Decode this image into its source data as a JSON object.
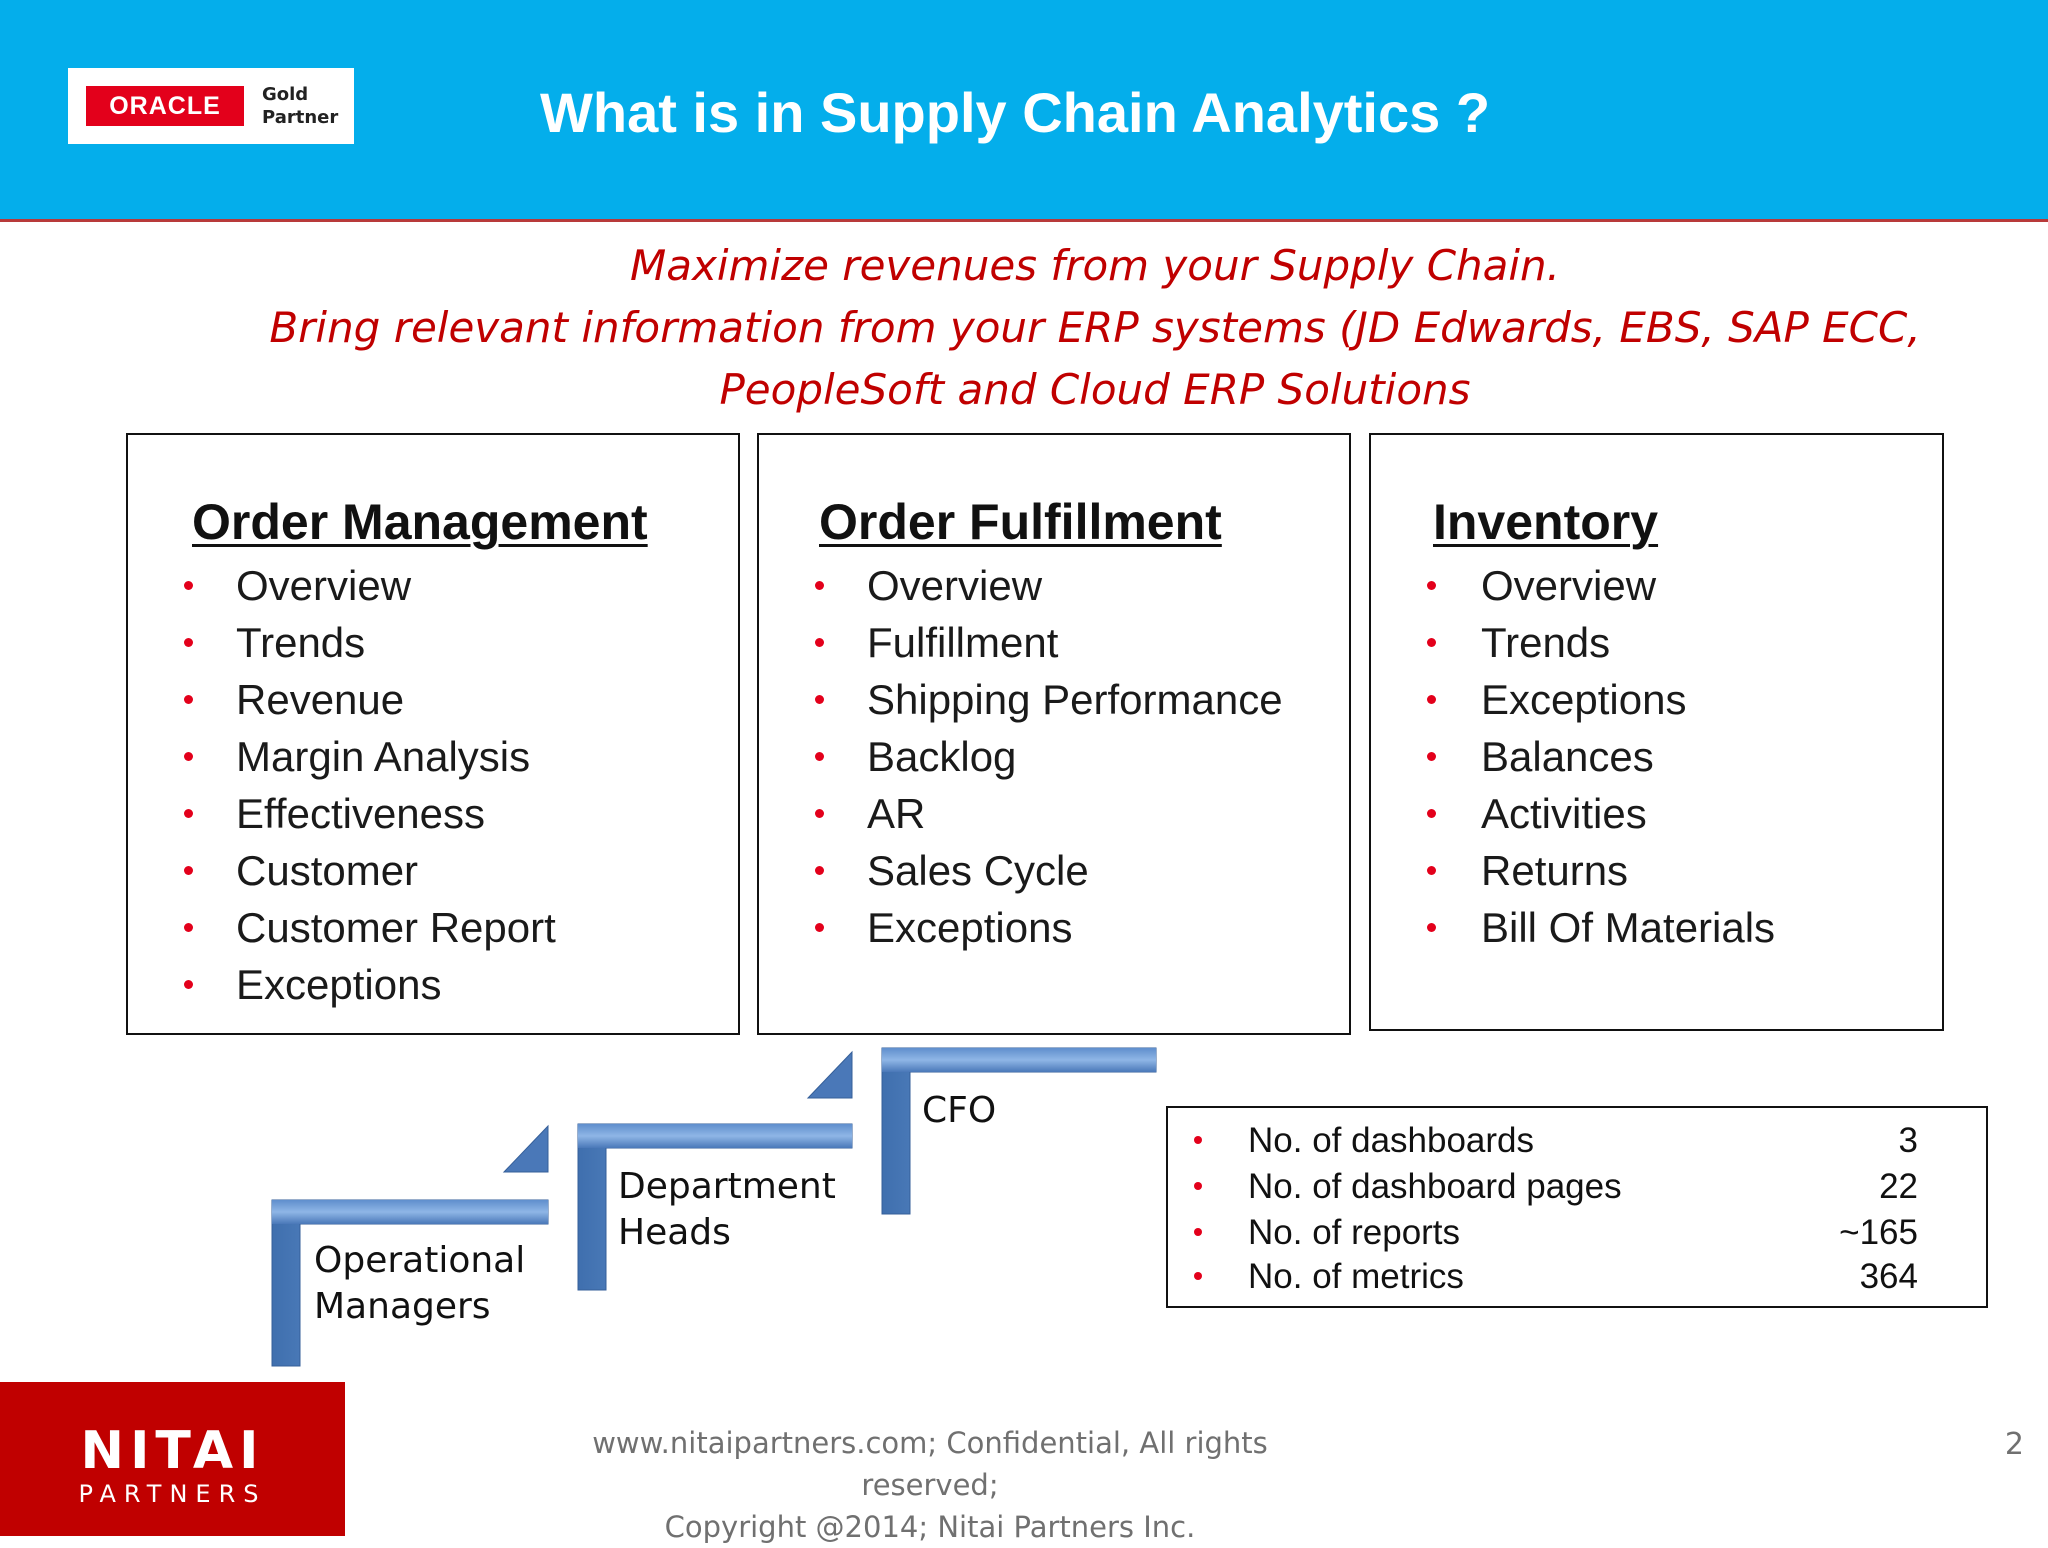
{
  "header": {
    "partner_badge": {
      "brand": "ORACLE",
      "tier_line1": "Gold",
      "tier_line2": "Partner"
    },
    "title": "What is in Supply Chain Analytics ?",
    "background_color": "#04aeeb"
  },
  "tagline": {
    "line1": "Maximize revenues from your Supply Chain.",
    "line2": "Bring relevant information from your ERP systems (JD Edwards, EBS, SAP ECC,",
    "line3": "PeopleSoft and Cloud ERP Solutions",
    "color": "#c00000"
  },
  "modules": [
    {
      "title": "Order Management",
      "items": [
        "Overview",
        "Trends",
        "Revenue",
        "Margin Analysis",
        "Effectiveness",
        "Customer",
        "Customer Report",
        "Exceptions"
      ]
    },
    {
      "title": "Order Fulfillment",
      "items": [
        "Overview",
        "Fulfillment",
        "Shipping Performance",
        "Backlog",
        "AR",
        "Sales Cycle",
        "Exceptions"
      ]
    },
    {
      "title": "Inventory",
      "items": [
        "Overview",
        "Trends",
        "Exceptions",
        "Balances",
        "Activities",
        "Returns",
        "Bill Of Materials"
      ]
    }
  ],
  "audience_steps": {
    "operational": {
      "line1": "Operational",
      "line2": "Managers"
    },
    "department": {
      "line1": "Department",
      "line2": "Heads"
    },
    "cfo": "CFO",
    "arrow_color": "#4f81bd"
  },
  "stats": [
    {
      "label": "No. of dashboards",
      "value": "3"
    },
    {
      "label": "No. of dashboard pages",
      "value": "22"
    },
    {
      "label": "No. of reports",
      "value": "~165"
    },
    {
      "label": "No. of metrics",
      "value": "364"
    }
  ],
  "footer": {
    "logo_brand": "NITAI",
    "logo_sub": "PARTNERS",
    "line1": "www.nitaipartners.com; Confidential, All rights reserved;",
    "line2": "Copyright @2014; Nitai Partners Inc.",
    "page_number": "2",
    "logo_color": "#c00000"
  },
  "bullet_color": "#e3001b"
}
